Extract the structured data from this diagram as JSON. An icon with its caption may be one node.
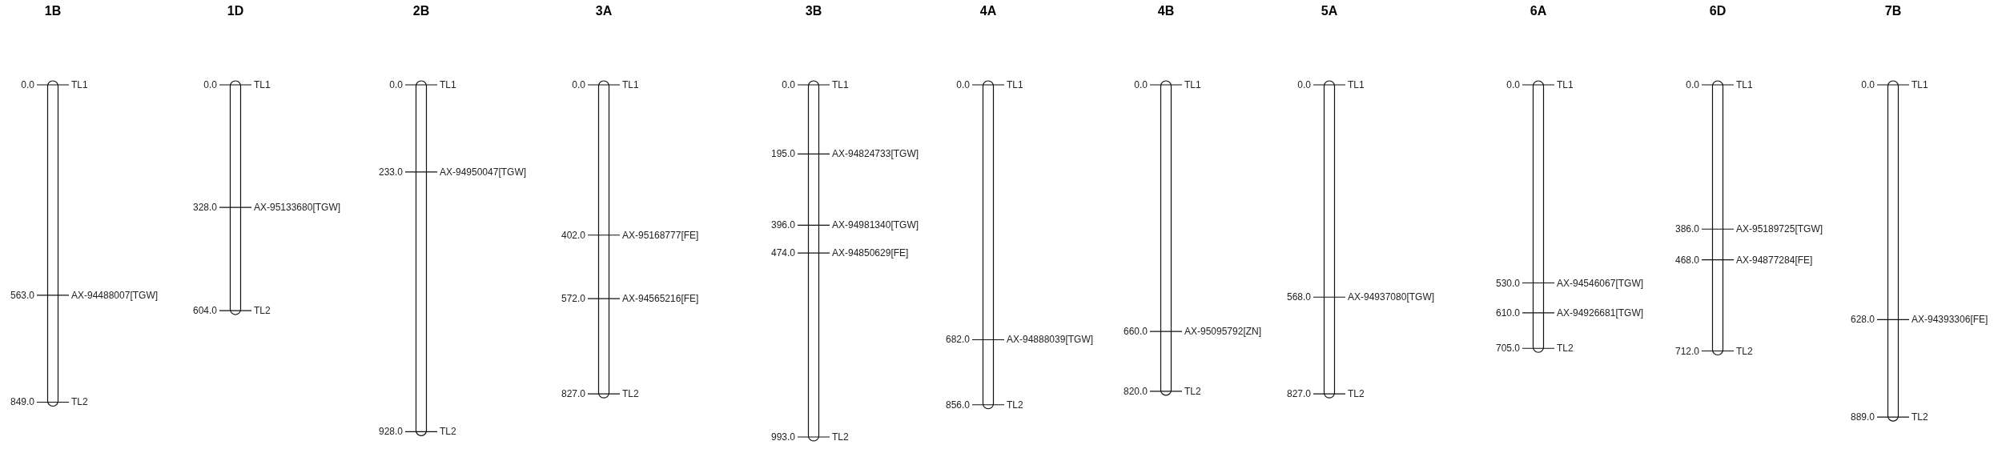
{
  "diagram": {
    "nodes": [
      {
        "text": [
          "1B"
        ],
        "beside": [
          "0.0",
          "TL1",
          "563.0",
          "AX-94488007[TGW]",
          "849.0",
          "TL2"
        ]
      },
      {
        "text": [
          "1D"
        ],
        "beside": [
          "0.0",
          "TL1",
          "328.0",
          "AX-95133680[TGW]",
          "604.0",
          "TL2"
        ]
      },
      {
        "text": [
          "2B"
        ],
        "beside": [
          "0.0",
          "TL1",
          "233.0",
          "AX-94950047[TGW]",
          "928.0",
          "TL2"
        ]
      },
      {
        "text": [
          "3A"
        ],
        "beside": [
          "0.0",
          "TL1",
          "402.0",
          "AX-95168777[FE]",
          "572.0",
          "AX-94565216[FE]",
          "827.0",
          "TL2"
        ]
      },
      {
        "text": [
          "3B"
        ],
        "beside": [
          "0.0",
          "TL1",
          "195.0",
          "AX-94824733[TGW]",
          "396.0",
          "AX-94981340[TGW]",
          "474.0",
          "AX-94850629[FE]",
          "993.0",
          "TL2"
        ]
      },
      {
        "text": [
          "4A"
        ],
        "beside": [
          "0.0",
          "TL1",
          "682.0",
          "AX-94888039[TGW]",
          "856.0",
          "TL2"
        ]
      },
      {
        "text": [
          "4B"
        ],
        "beside": [
          "0.0",
          "TL1",
          "660.0",
          "AX-95095792[ZN]",
          "820.0",
          "TL2"
        ]
      },
      {
        "text": [
          "5A"
        ],
        "beside": [
          "0.0",
          "TL1",
          "568.0",
          "AX-94937080[TGW]",
          "827.0",
          "TL2"
        ]
      },
      {
        "text": [
          "6A"
        ],
        "beside": [
          "0.0",
          "TL1",
          "530.0",
          "AX-94546067[TGW]",
          "610.0",
          "AX-94926681[TGW]",
          "705.0",
          "TL2"
        ]
      },
      {
        "text": [
          "6D"
        ],
        "beside": [
          "0.0",
          "TL1",
          "386.0",
          "AX-95189725[TGW]",
          "468.0",
          "AX-94877284[FE]",
          "712.0",
          "TL2"
        ]
      },
      {
        "text": [
          "7B"
        ],
        "beside": [
          "0.0",
          "TL1",
          "628.0",
          "AX-94393306[FE]",
          "889.0",
          "TL2"
        ]
      }
    ]
  }
}
